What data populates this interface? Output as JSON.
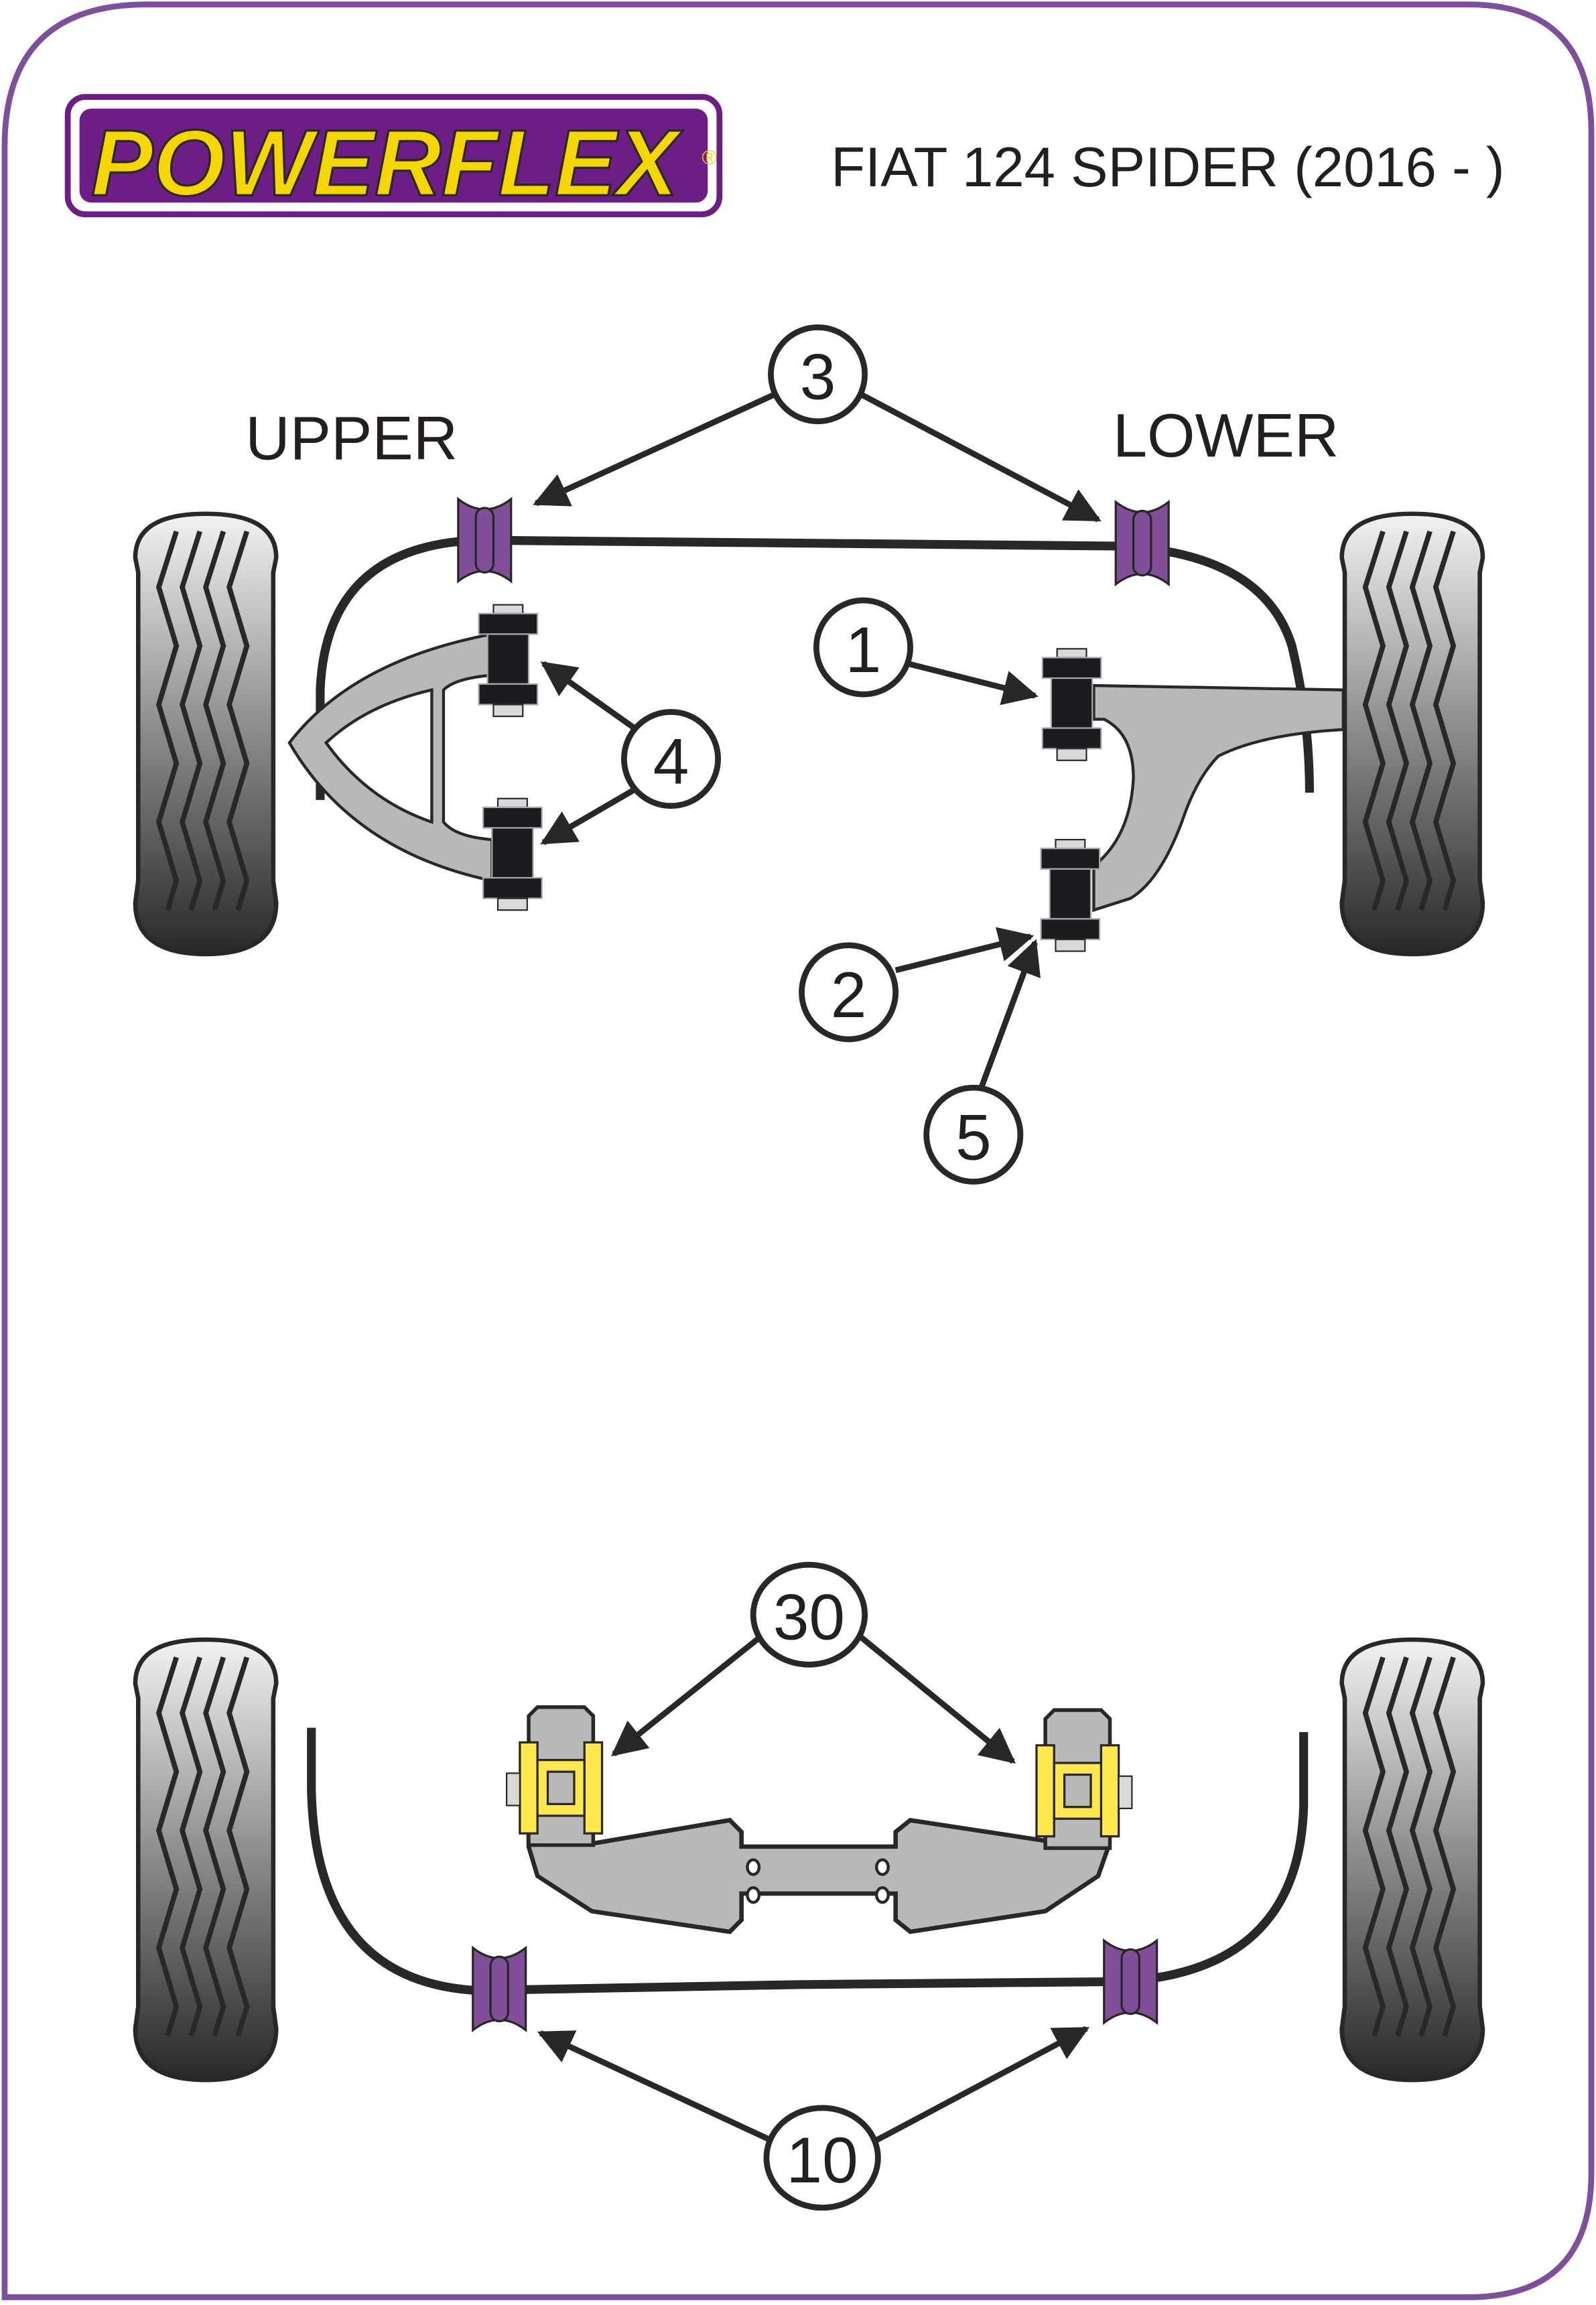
{
  "brand": {
    "logo_text": "POWERFLEX",
    "registered_mark": "®",
    "colors": {
      "purple": "#6d1e86",
      "yellow": "#f5d600",
      "frame": "#7e4f9a"
    }
  },
  "title": "FIAT 124 SPIDER (2016 - )",
  "front_section": {
    "labels": {
      "upper": "UPPER",
      "lower": "LOWER"
    },
    "callouts": [
      {
        "id": "3",
        "text": "3",
        "target": "anti-roll bar bushes (both sides)"
      },
      {
        "id": "1",
        "text": "1",
        "target": "lower arm front bush"
      },
      {
        "id": "4",
        "text": "4",
        "target": "upper arm bushes"
      },
      {
        "id": "2",
        "text": "2",
        "target": "lower arm rear bush"
      },
      {
        "id": "5",
        "text": "5",
        "target": "lower arm rear bush"
      }
    ]
  },
  "rear_section": {
    "callouts": [
      {
        "id": "30",
        "text": "30",
        "target": "subframe mount bushes (both sides)"
      },
      {
        "id": "10",
        "text": "10",
        "target": "rear anti-roll bar bushes (both sides)"
      }
    ]
  },
  "colors": {
    "bush_purple": "#814f9a",
    "bush_black": "#1e1b20",
    "arm_grey": "#b8b8b8",
    "mount_yellow": "#ffe84f",
    "line": "#2a2826"
  }
}
